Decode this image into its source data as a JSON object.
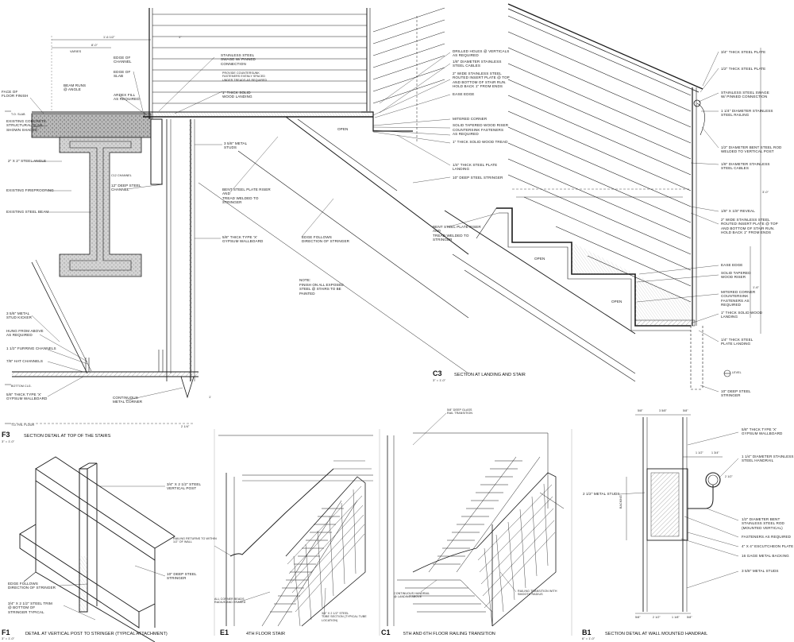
{
  "drawings": {
    "f3": {
      "id": "F3",
      "scale": "3\" = 1'-0\"",
      "title": "SECTION DETAIL AT TOP OF THE STAIRS",
      "labels": {
        "face_floor": "FACE OF\nFLOOR FINISH",
        "concrete_slab": "EXISTING CONCRETE\nSTRUCTURAL SLAB\nSHOWN SHADED",
        "steel_angle": "2\" X 2\" STEEL ANGLE",
        "fireproofing": "EXISTING FIREPROOFING",
        "steel_beam": "EXISTING STEEL BEAM",
        "beam_runs": "BEAM RUNS\n@ ANGLE",
        "edge_channel": "EDGE OF\nCHANNEL",
        "edge_slab": "EDGE OF\nSLAB",
        "ardex": "ARDEX FILL\nAS REQUIRED",
        "swage": "STAINLESS STEEL\nSWAGE W/ PINNED\nCONNECTION",
        "countersink_top": "PROVIDE COUNTERSUNK\nFASTENERS EVENLY SPACED\nUNDER TREADS AS REQUIRED",
        "wood_landing": "1\" THICK SOLID\nWOOD LANDING",
        "metal_studs": "3 5/8\" METAL\nSTUDS",
        "deep_channel": "12\" DEEP STEEL\nCHANNEL",
        "channel_small": "C12 CHANNEL",
        "bent_plate": "BENT STEEL PLATE RISER AND\nTREAD WELDED TO STRINGER",
        "gypsum": "5/8\" THICK TYPE 'X'\nGYPSUM WALLBOARD",
        "edge_follows": "EDGE FOLLOWS\nDIRECTION OF STRINGER",
        "open": "OPEN",
        "stud_kicker": "3 5/8\" METAL\nSTUD KICKER",
        "hung": "HUNG FROM ABOVE\nAS REQUIRED",
        "furring": "1 1/2\" FURRING CHANNELS",
        "hat_channels": "7/8\" HAT CHANNELS",
        "gypsum_lower": "5/8\" THICK TYPE 'X'\nGYPSUM WALLBOARD",
        "metal_corner": "CONTINUOUS\nMETAL CORNER"
      },
      "dims": [
        "1'-6 1/2\"",
        "8'-0\"",
        "VARIES",
        "1\"",
        "2 1/4\"",
        "1'"
      ],
      "elevations": [
        "T.O. SLAB",
        "BOTTOM CLG.",
        "T.O. FIN. FLOOR"
      ],
      "note": "NOTE:\nFINISH ON ALL EXPOSED\nSTEEL @ STAIRS TO BE\nPAINTED"
    },
    "c3": {
      "id": "C3",
      "scale": "3\" = 1'-0\"",
      "title": "SECTION AT LANDING AND STAIR",
      "labels": {
        "drilled_holes": "DRILLED HOLES @ VERTICALS\nAS REQUIRED",
        "cables": "1/8\" DIAMETER STAINLESS\nSTEEL CABLES",
        "insert_plate": "2\" WIDE STAINLESS STEEL\nROUTED INSERT PLATE @ TOP\nAND BOTTOM OF STAIR RUN.\nHOLD BACK 1\" FROM ENDS",
        "ease_edge": "EASE EDGE",
        "mitered_corner": "MITERED CORNER",
        "solid_riser": "SOLID TAPERED WOOD RISER",
        "countersink": "COUNTERSINK FASTENERS\nAS REQUIRED",
        "wood_tread": "1\" THICK SOLID WOOD TREAD",
        "plate_landing": "1/4\" THICK STEEL PLATE\nLANDING",
        "stringer": "10\" DEEP STEEL STRINGER",
        "bent_plate": "BENT STEEL PLATE RISER AND\nTREAD WELDED TO STRINGER",
        "plate_34": "3/4\" THICK STEEL PLATE",
        "plate_12": "1/2\" THICK STEEL PLATE",
        "swage": "STAINLESS STEEL SWAGE\nW/ PINNED CONNECTION",
        "railing": "1 1/4\" DIAMETER STAINLESS\nSTEEL RAILING",
        "bent_rod": "1/2\" DIAMETER BENT STEEL ROD\nWELDED TO VERTICAL POST",
        "cables_r": "1/8\" DIAMETER STAINLESS\nSTEEL CABLES",
        "reveal": "1/8\" X 1/8\" REVEAL",
        "insert_plate_r": "2\" WIDE STAINLESS STEEL\nROUTED INSERT PLATE @ TOP\nAND BOTTOM OF STAIR RUN.\nHOLD BACK 1\" FROM ENDS",
        "ease_edge_r": "EASE EDGE",
        "wood_riser": "SOLID TAPERED\nWOOD RISER",
        "mitered_r": "MITERED CORNER\nCOUNTERSINK\nFASTENERS AS\nREQUIRED",
        "wood_landing": "1\" THICK SOLID WOOD\nLANDING",
        "plate_landing_r": "1/4\" THICK STEEL\nPLATE LANDING",
        "stringer_r": "10\" DEEP STEEL\nSTRINGER",
        "open": "OPEN",
        "level_marker": "LEVEL",
        "dim_rail": "3'-0\"",
        "dim_side": "1'-6\""
      }
    },
    "f1": {
      "id": "F1",
      "scale": "3\" = 1'-0\"",
      "title": "DETAIL AT VERTICAL POST TO STRINGER (TYPICAL ATTACHMENT)",
      "labels": {
        "post": "3/4\" X 2 1/2\" STEEL\nVERTICAL POST",
        "stringer": "10\" DEEP STEEL\nSTRINGER",
        "edge": "EDGE FOLLOWS\nDIRECTION OF STRINGER",
        "trim": "3/4\" X 2 1/2\" STEEL TRIM\n@ BOTTOM OF\nSTRINGER TYPICAL"
      }
    },
    "e1": {
      "id": "E1",
      "title": "4TH FLOOR STAIR",
      "labels": {
        "rail_turns": "RAILING RETURNS TO WITHIN\n1/2\" OF WALL",
        "corner_bead": "ALL CORNER BEADS\nRADIUS AND ERASED",
        "tube": "3/4\" x 2 1/2\" STEEL\nTUBE SECTION (TYPICAL TUBE LOCATION)"
      }
    },
    "c1": {
      "id": "C1",
      "title": "5TH AND 6TH FLOOR RAILING TRANSITION",
      "labels": {
        "glass": "5/8\" DEEP GLASS\nRAIL TRANSITION",
        "continuous": "CONTINUOUS HANDRAIL\n@ LANDING ABOVE",
        "smooth": "RAILING TRANSITION WITH\nSMOOTH RADIUS"
      }
    },
    "b1": {
      "id": "B1",
      "scale": "6\" = 1'-0\"",
      "title": "SECTION DETAIL AT WALL MOUNTED HANDRAIL",
      "labels": {
        "gypsum": "5/8\" THICK TYPE 'X'\nGYPSUM WALLBOARD",
        "handrail": "1 1/4\" DIAMETER STAINLESS\nSTEEL HANDRAIL",
        "studs_left": "2 1/2\" METAL STUDS",
        "bent_rod": "1/2\" DIAMETER BENT\nSTAINLESS STEEL ROD\n(MOUNTED VERTICAL)",
        "fasteners": "FASTENERS AS REQUIRED",
        "escutcheon": "4\" X 4\" ESCUTCHEON PLATE",
        "backing": "16 GAGE METAL BACKING",
        "studs": "3 5/8\" METAL STUDS",
        "backing_v": "BACKING",
        "dims_top": [
          "5/8\"",
          "3 5/8\"",
          "5/8\""
        ],
        "dims_bot": [
          "5/8\"",
          "2 1/2\"",
          "1 1/8\"",
          "5/8\""
        ],
        "dim_small": [
          "1 1/2\"",
          "1 3/4\"",
          "2 1/2\""
        ]
      }
    }
  },
  "colors": {
    "line": "#1a1a1a",
    "concrete": "#b8b8b8",
    "fireproof": "#d3d3d3",
    "hatch": "#888888"
  }
}
